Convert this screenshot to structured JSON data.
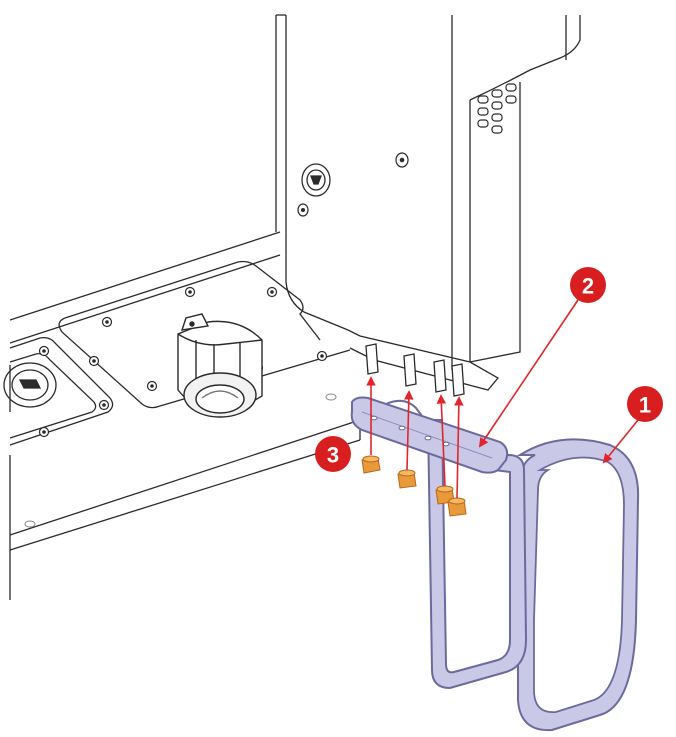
{
  "figure": {
    "callouts": [
      {
        "label": "1",
        "description": "loop-bracket"
      },
      {
        "label": "2",
        "description": "mounting-bar"
      },
      {
        "label": "3",
        "description": "nuts"
      }
    ],
    "colors": {
      "line": "#2b2b2b",
      "callout": "#d81e1e",
      "arrow": "#e0262a",
      "bracket_fill": "#c9c8e6",
      "bracket_stroke": "#6c6a9c",
      "nut": "#e89a3a",
      "nut_dark": "#b9671a"
    },
    "icons": [
      "cable-gland-icon",
      "socket-icon",
      "screw-icon",
      "stud-icon",
      "nut-icon"
    ]
  }
}
